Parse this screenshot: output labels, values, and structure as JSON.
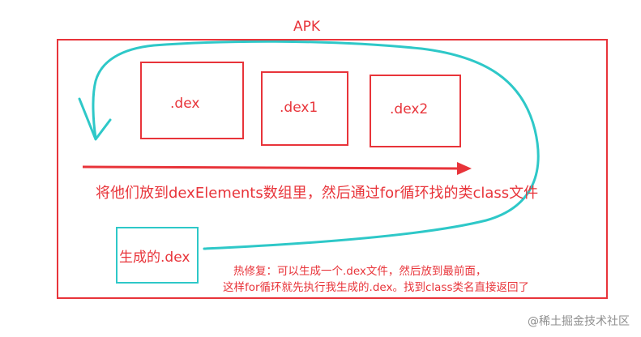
{
  "apk_label": "APK",
  "boxes": [
    ".dex",
    ".dex1",
    ".dex2"
  ],
  "main_text": "将他们放到dexElements数组里，然后通过for循环找的类class文件",
  "generated_box": "生成的.dex",
  "note_line1": "热修复：可以生成一个.dex文件，然后放到最前面，",
  "note_line2": "这样for循环就先执行我生成的.dex。找到class类名直接返回了",
  "watermark": "@稀土掘金技术社区",
  "colors": {
    "red": "#e8343a",
    "cyan": "#2ec8c8"
  }
}
